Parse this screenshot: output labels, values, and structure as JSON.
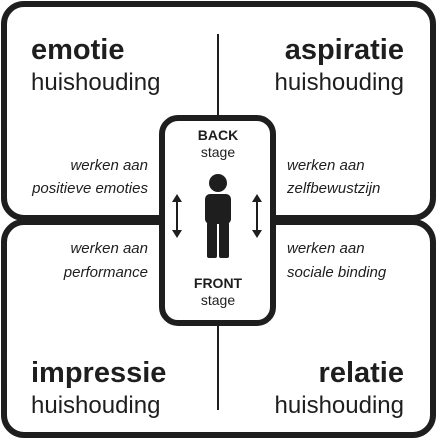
{
  "quadrants": {
    "top_left": {
      "title": "emotie",
      "subtitle": "huishouding"
    },
    "top_right": {
      "title": "aspiratie",
      "subtitle": "huishouding"
    },
    "bottom_left": {
      "title": "impressie",
      "subtitle": "huishouding"
    },
    "bottom_right": {
      "title": "relatie",
      "subtitle": "huishouding"
    }
  },
  "actions": {
    "top_left": {
      "line1": "werken aan",
      "line2": "positieve emoties"
    },
    "top_right": {
      "line1": "werken aan",
      "line2": "zelfbewustzijn"
    },
    "bottom_left": {
      "line1": "werken aan",
      "line2": "performance"
    },
    "bottom_right": {
      "line1": "werken aan",
      "line2": "sociale binding"
    }
  },
  "center": {
    "back": {
      "line1": "BACK",
      "line2": "stage"
    },
    "front": {
      "line1": "FRONT",
      "line2": "stage"
    },
    "person_icon": "person-icon",
    "arrow_icon": "double-arrow-vertical-icon"
  },
  "colors": {
    "ink": "#1e1e1e",
    "background": "#ffffff"
  }
}
